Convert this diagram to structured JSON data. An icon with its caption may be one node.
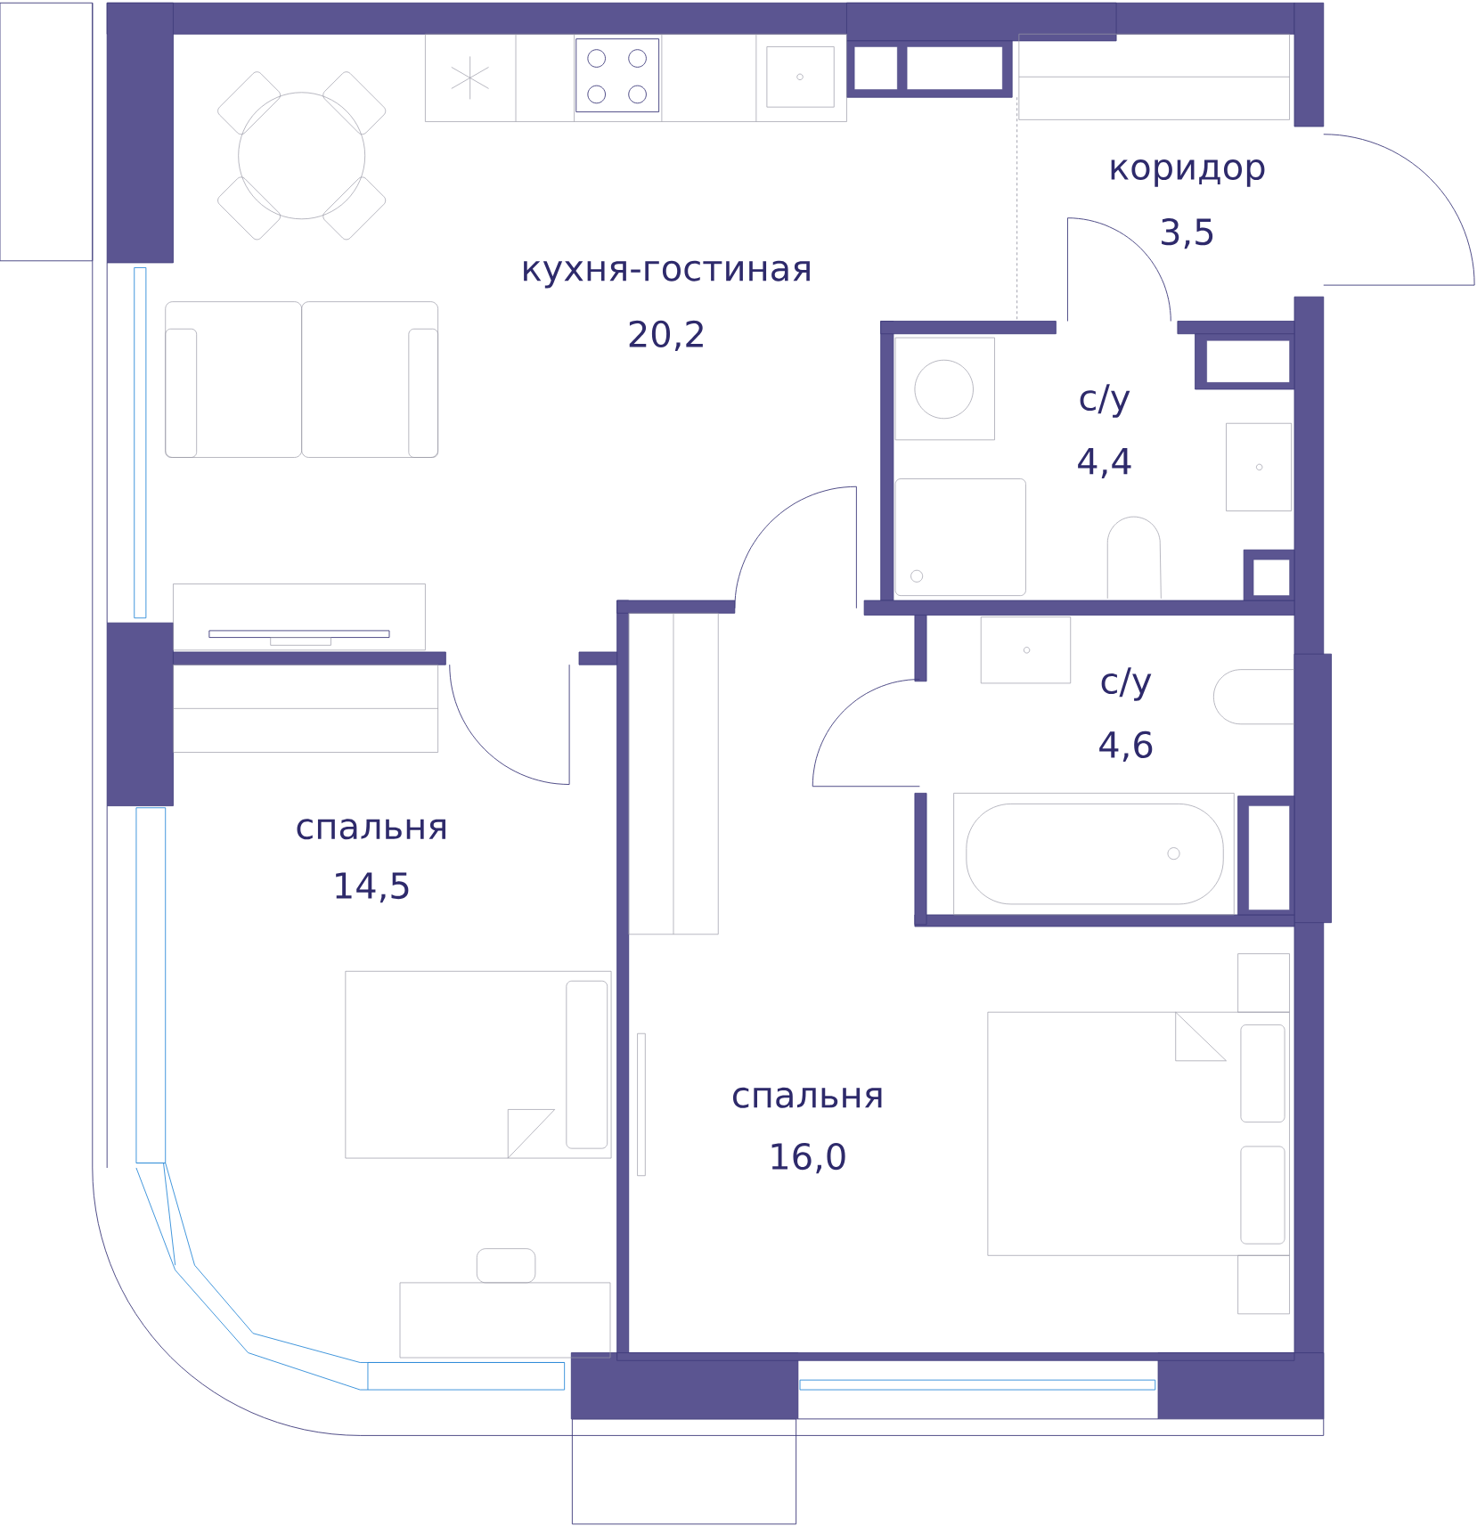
{
  "diagram": {
    "labels": [
      "коридор",
      "3,5",
      "кухня-гостиная",
      "20,2",
      "с/у",
      "4,4",
      "с/у",
      "4,6",
      "спальня",
      "14,5",
      "спальня",
      "16,0"
    ]
  }
}
